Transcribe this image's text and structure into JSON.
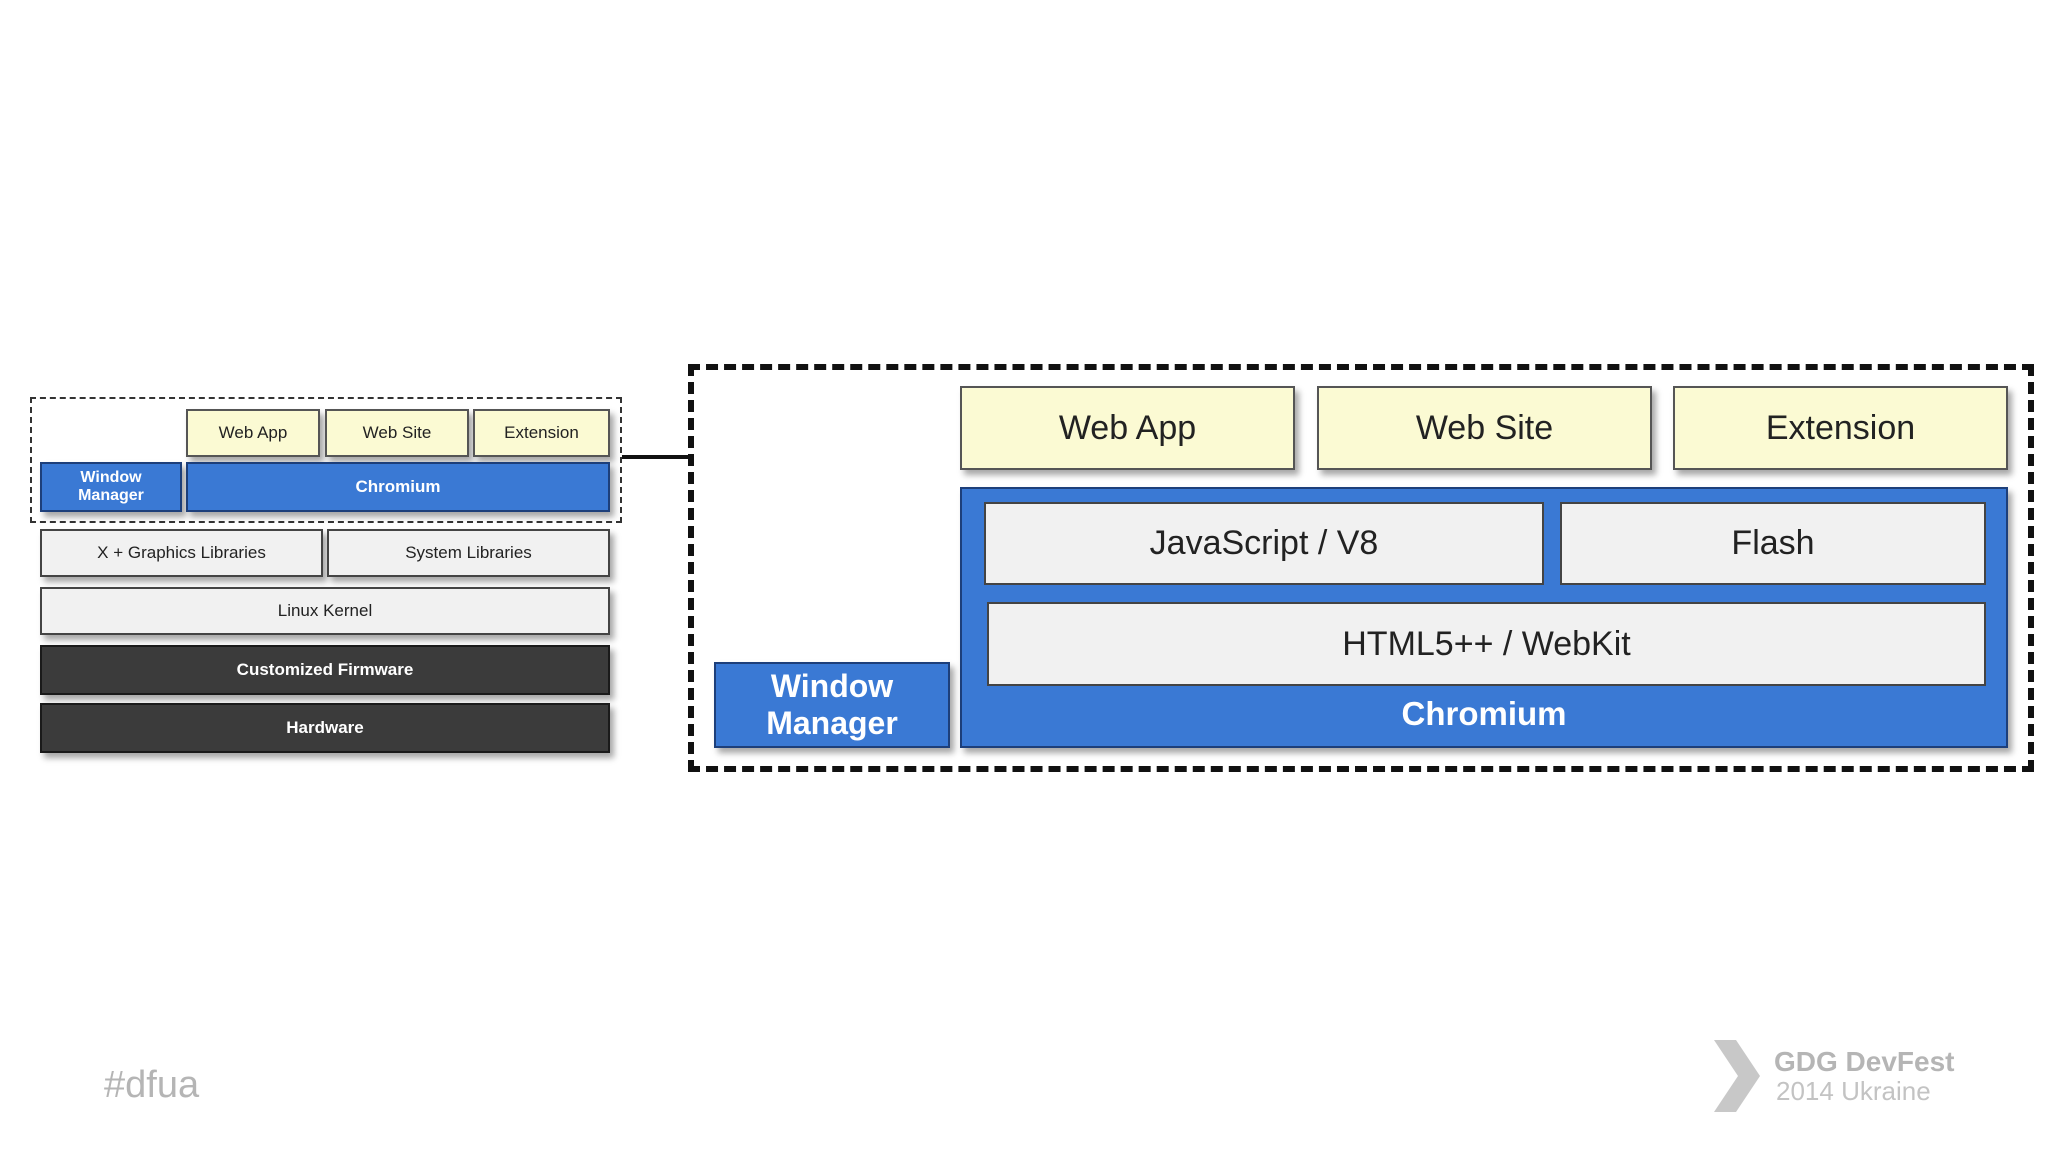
{
  "small_diagram": {
    "apps": [
      "Web App",
      "Web Site",
      "Extension"
    ],
    "window_manager": "Window Manager",
    "chromium": "Chromium",
    "libraries": [
      "X + Graphics Libraries",
      "System Libraries"
    ],
    "kernel": "Linux Kernel",
    "firmware": "Customized Firmware",
    "hardware": "Hardware"
  },
  "large_diagram": {
    "apps": [
      "Web App",
      "Web Site",
      "Extension"
    ],
    "javascript": "JavaScript / V8",
    "flash": "Flash",
    "html": "HTML5++ / WebKit",
    "chromium": "Chromium",
    "window_manager": "Window Manager"
  },
  "footer": {
    "hashtag": "#dfua",
    "event_title": "GDG DevFest",
    "event_subtitle": "2014 Ukraine"
  },
  "colors": {
    "accent_blue": "#3a79d4",
    "app_yellow": "#fbfad3",
    "dark_layer": "#3b3b3b",
    "footer_gray": "#b5b5b5"
  }
}
